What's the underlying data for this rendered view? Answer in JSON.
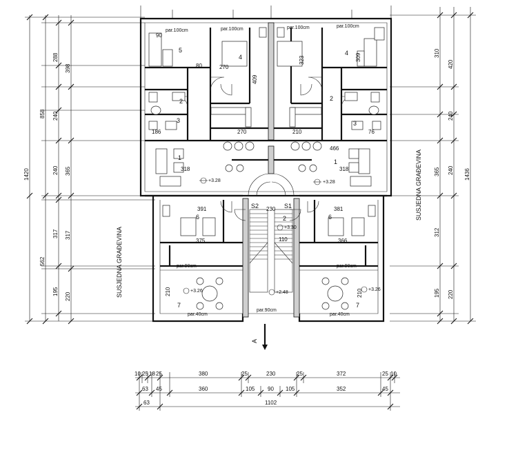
{
  "neighbour_labels": {
    "left": "SUSJEDNA GRAĐEVINA",
    "right": "SUSJEDNA GRAĐEVINA"
  },
  "left_dims": {
    "outer": [
      "1420"
    ],
    "mid": [
      "858",
      "562"
    ],
    "inner": [
      "398",
      "365",
      "317",
      "220"
    ],
    "fine": [
      "288",
      "240",
      "240",
      "195"
    ]
  },
  "right_dims": {
    "outer": [
      "1436"
    ],
    "mid": [
      "420",
      "240",
      "240",
      "220"
    ],
    "inner": [
      "310",
      "365",
      "312",
      "195"
    ]
  },
  "bottom_dims": {
    "row1": [
      "10",
      "25",
      "18",
      "25",
      "380",
      "25",
      "230",
      "25",
      "372",
      "25",
      "10"
    ],
    "row2": [
      "63",
      "45",
      "360",
      "105",
      "90",
      "105",
      "352",
      "45"
    ],
    "row3": [
      "63",
      "1102"
    ]
  },
  "rooms": [
    "5",
    "4",
    "4",
    "2",
    "2",
    "3",
    "3",
    "1",
    "1",
    "6",
    "6",
    "7",
    "7",
    "S2",
    "S1",
    "2"
  ],
  "levels": [
    "+3.28",
    "+3.28",
    "+3.30",
    "+2.48",
    "+3.26",
    "+3.26"
  ],
  "parapets": [
    "par.100cm",
    "par.100cm",
    "par.100cm",
    "par.100cm",
    "par.90cm",
    "par.40cm",
    "par.90cm",
    "par.40cm"
  ],
  "plan_dims": [
    "391",
    "381",
    "375",
    "366",
    "318",
    "318",
    "466",
    "270",
    "270",
    "210",
    "186",
    "76",
    "409",
    "323",
    "309",
    "210",
    "210",
    "230",
    "110",
    "80",
    "90"
  ],
  "section_mark": "A"
}
